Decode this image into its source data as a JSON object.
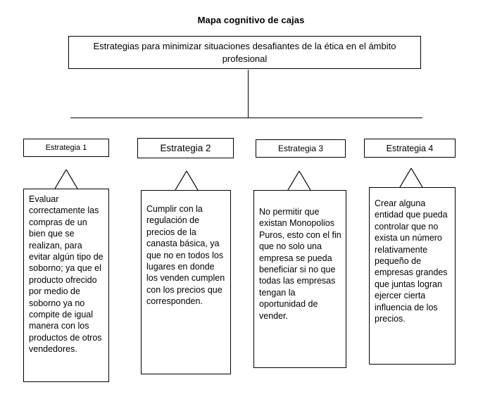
{
  "page": {
    "title": "Mapa cognitivo de cajas",
    "background_color": "#ffffff",
    "line_color": "#000000"
  },
  "root": {
    "text": "Estrategias para minimizar situaciones desafiantes de la ética en el ámbito profesional"
  },
  "branches": [
    {
      "label": "Estrategia 1",
      "content": "Evaluar correctamente las compras de un bien que se realizan, para evitar algún tipo de soborno; ya que el producto ofrecido por medio de soborno ya no compite de igual manera con los productos de otros vendedores.",
      "connector": "triangle-up"
    },
    {
      "label": "Estrategia 2",
      "content": "Cumplir con la regulación de precios de la canasta básica, ya que no en todos los lugares en donde los venden cumplen con los precios que corresponden.",
      "connector": "triangle-up"
    },
    {
      "label": "Estrategia 3",
      "content": "No permitir que existan Monopolios Puros, esto con el fin que no solo una empresa se pueda beneficiar si no que todas las empresas tengan la oportunidad de vender.",
      "connector": "triangle-up"
    },
    {
      "label": "Estrategia 4",
      "content": "Crear alguna entidad que pueda controlar que no exista un número relativamente pequeño de empresas grandes que juntas logran ejercer cierta influencia de los precios.",
      "connector": "triangle-up"
    }
  ]
}
